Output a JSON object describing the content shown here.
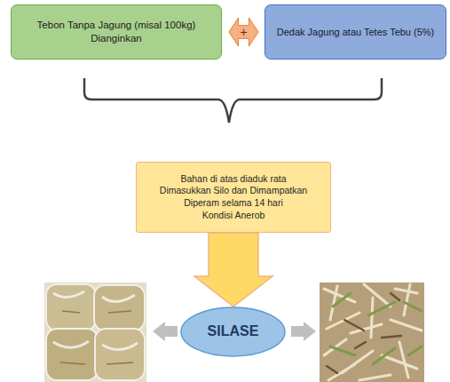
{
  "diagram": {
    "nodes": [
      {
        "text": [
          "Tebon Tanpa Jagung (misal 100kg) Dianginkan"
        ]
      },
      {
        "text": [
          "+"
        ]
      },
      {
        "text": [
          "Dedak Jagung atau Tetes Tebu (5%)"
        ]
      },
      {
        "text": [
          "Bahan di atas diaduk rata",
          "Dimasukkan Silo dan Dimampatkan",
          "Diperam selama 14 hari",
          "Kondisi  Anerob"
        ]
      },
      {
        "text": [
          "SILASE"
        ]
      }
    ],
    "edges": [
      {
        "from": 3,
        "to": 4,
        "arrow": "to"
      }
    ]
  }
}
